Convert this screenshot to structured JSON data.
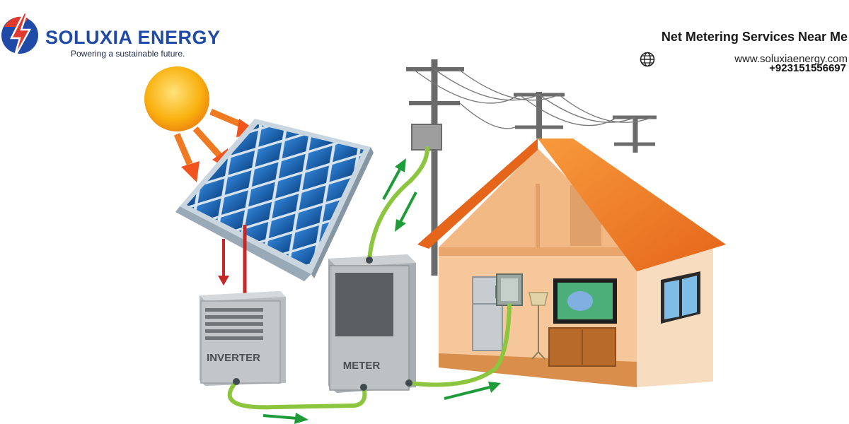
{
  "brand": {
    "name": "SOLUXIA ENERGY",
    "tagline": "Powering a sustainable future."
  },
  "header": {
    "headline": "Net Metering Services Near Me",
    "website": "www.soluxiaenergy.com",
    "phone": "+923151556697"
  },
  "diagram": {
    "inverter_label": "INVERTER",
    "meter_label": "METER"
  },
  "colors": {
    "brand_blue": "#1f4aa8",
    "brand_red": "#e03a2f",
    "cable_green": "#8cc63f",
    "flow_arrow_green": "#1e9c3a",
    "roof_orange": "#f07a22",
    "wall_peach": "#f6c79b"
  },
  "icons": [
    "logo-bolt-icon",
    "globe-icon",
    "sun-icon",
    "solar-panel-icon",
    "utility-pole-icon",
    "house-icon",
    "refrigerator-icon",
    "lamp-icon",
    "tv-icon"
  ]
}
